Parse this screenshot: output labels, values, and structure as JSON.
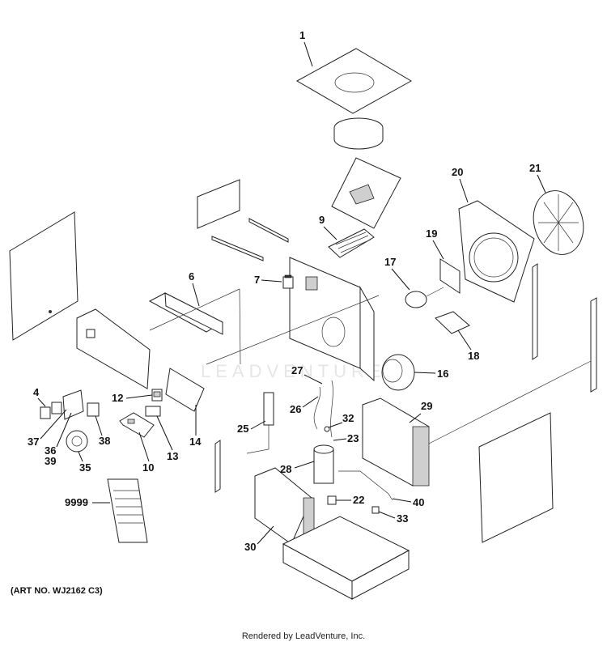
{
  "watermark": "LEADVENTURE",
  "art_number": "(ART NO. WJ2162 C3)",
  "footer": "Rendered by LeadVenture, Inc.",
  "callouts": {
    "c1": "1",
    "c4": "4",
    "c6": "6",
    "c7": "7",
    "c9": "9",
    "c10": "10",
    "c12": "12",
    "c13": "13",
    "c14": "14",
    "c16": "16",
    "c17": "17",
    "c18": "18",
    "c19": "19",
    "c20": "20",
    "c21": "21",
    "c22": "22",
    "c23": "23",
    "c25": "25",
    "c26": "26",
    "c27": "27",
    "c28": "28",
    "c29": "29",
    "c30": "30",
    "c32": "32",
    "c33": "33",
    "c35": "35",
    "c36": "36",
    "c37": "37",
    "c38": "38",
    "c39": "39",
    "c40": "40",
    "c9999": "9999"
  }
}
